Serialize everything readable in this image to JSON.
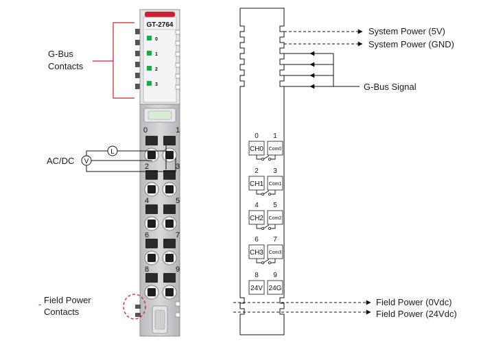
{
  "module": {
    "model": "GT-2764",
    "leds": [
      "0",
      "1",
      "2",
      "3"
    ],
    "terminal_numbers": [
      "0",
      "1",
      "2",
      "3",
      "4",
      "5",
      "6",
      "7",
      "8",
      "9"
    ]
  },
  "labels": {
    "gbus_contacts": [
      "G-Bus",
      "Contacts"
    ],
    "ac_dc": "AC/DC",
    "v_symbol": "V",
    "l_symbol": "L",
    "field_power_contacts": [
      "Field Power",
      "Contacts"
    ],
    "dash": "-"
  },
  "signals": {
    "system_power_5v": "System Power (5V)",
    "system_power_gnd": "System Power (GND)",
    "gbus_signal": "G-Bus Signal",
    "field_power_0v": "Field Power (0Vdc)",
    "field_power_24v": "Field Power (24Vdc)"
  },
  "schematic": {
    "channels": [
      {
        "nums": [
          "0",
          "1"
        ],
        "ch": "CH0",
        "com": "Com0"
      },
      {
        "nums": [
          "2",
          "3"
        ],
        "ch": "CH1",
        "com": "Com1"
      },
      {
        "nums": [
          "4",
          "5"
        ],
        "ch": "CH2",
        "com": "Com2"
      },
      {
        "nums": [
          "6",
          "7"
        ],
        "ch": "CH3",
        "com": "Com3"
      }
    ],
    "power_nums": [
      "8",
      "9"
    ],
    "power_labels": [
      "24V",
      "24G"
    ]
  },
  "colors": {
    "accent_red": "#cc1f2f",
    "led_green": "#1fa84a",
    "housing": "#c9c9cc",
    "terminal": "#222222"
  }
}
